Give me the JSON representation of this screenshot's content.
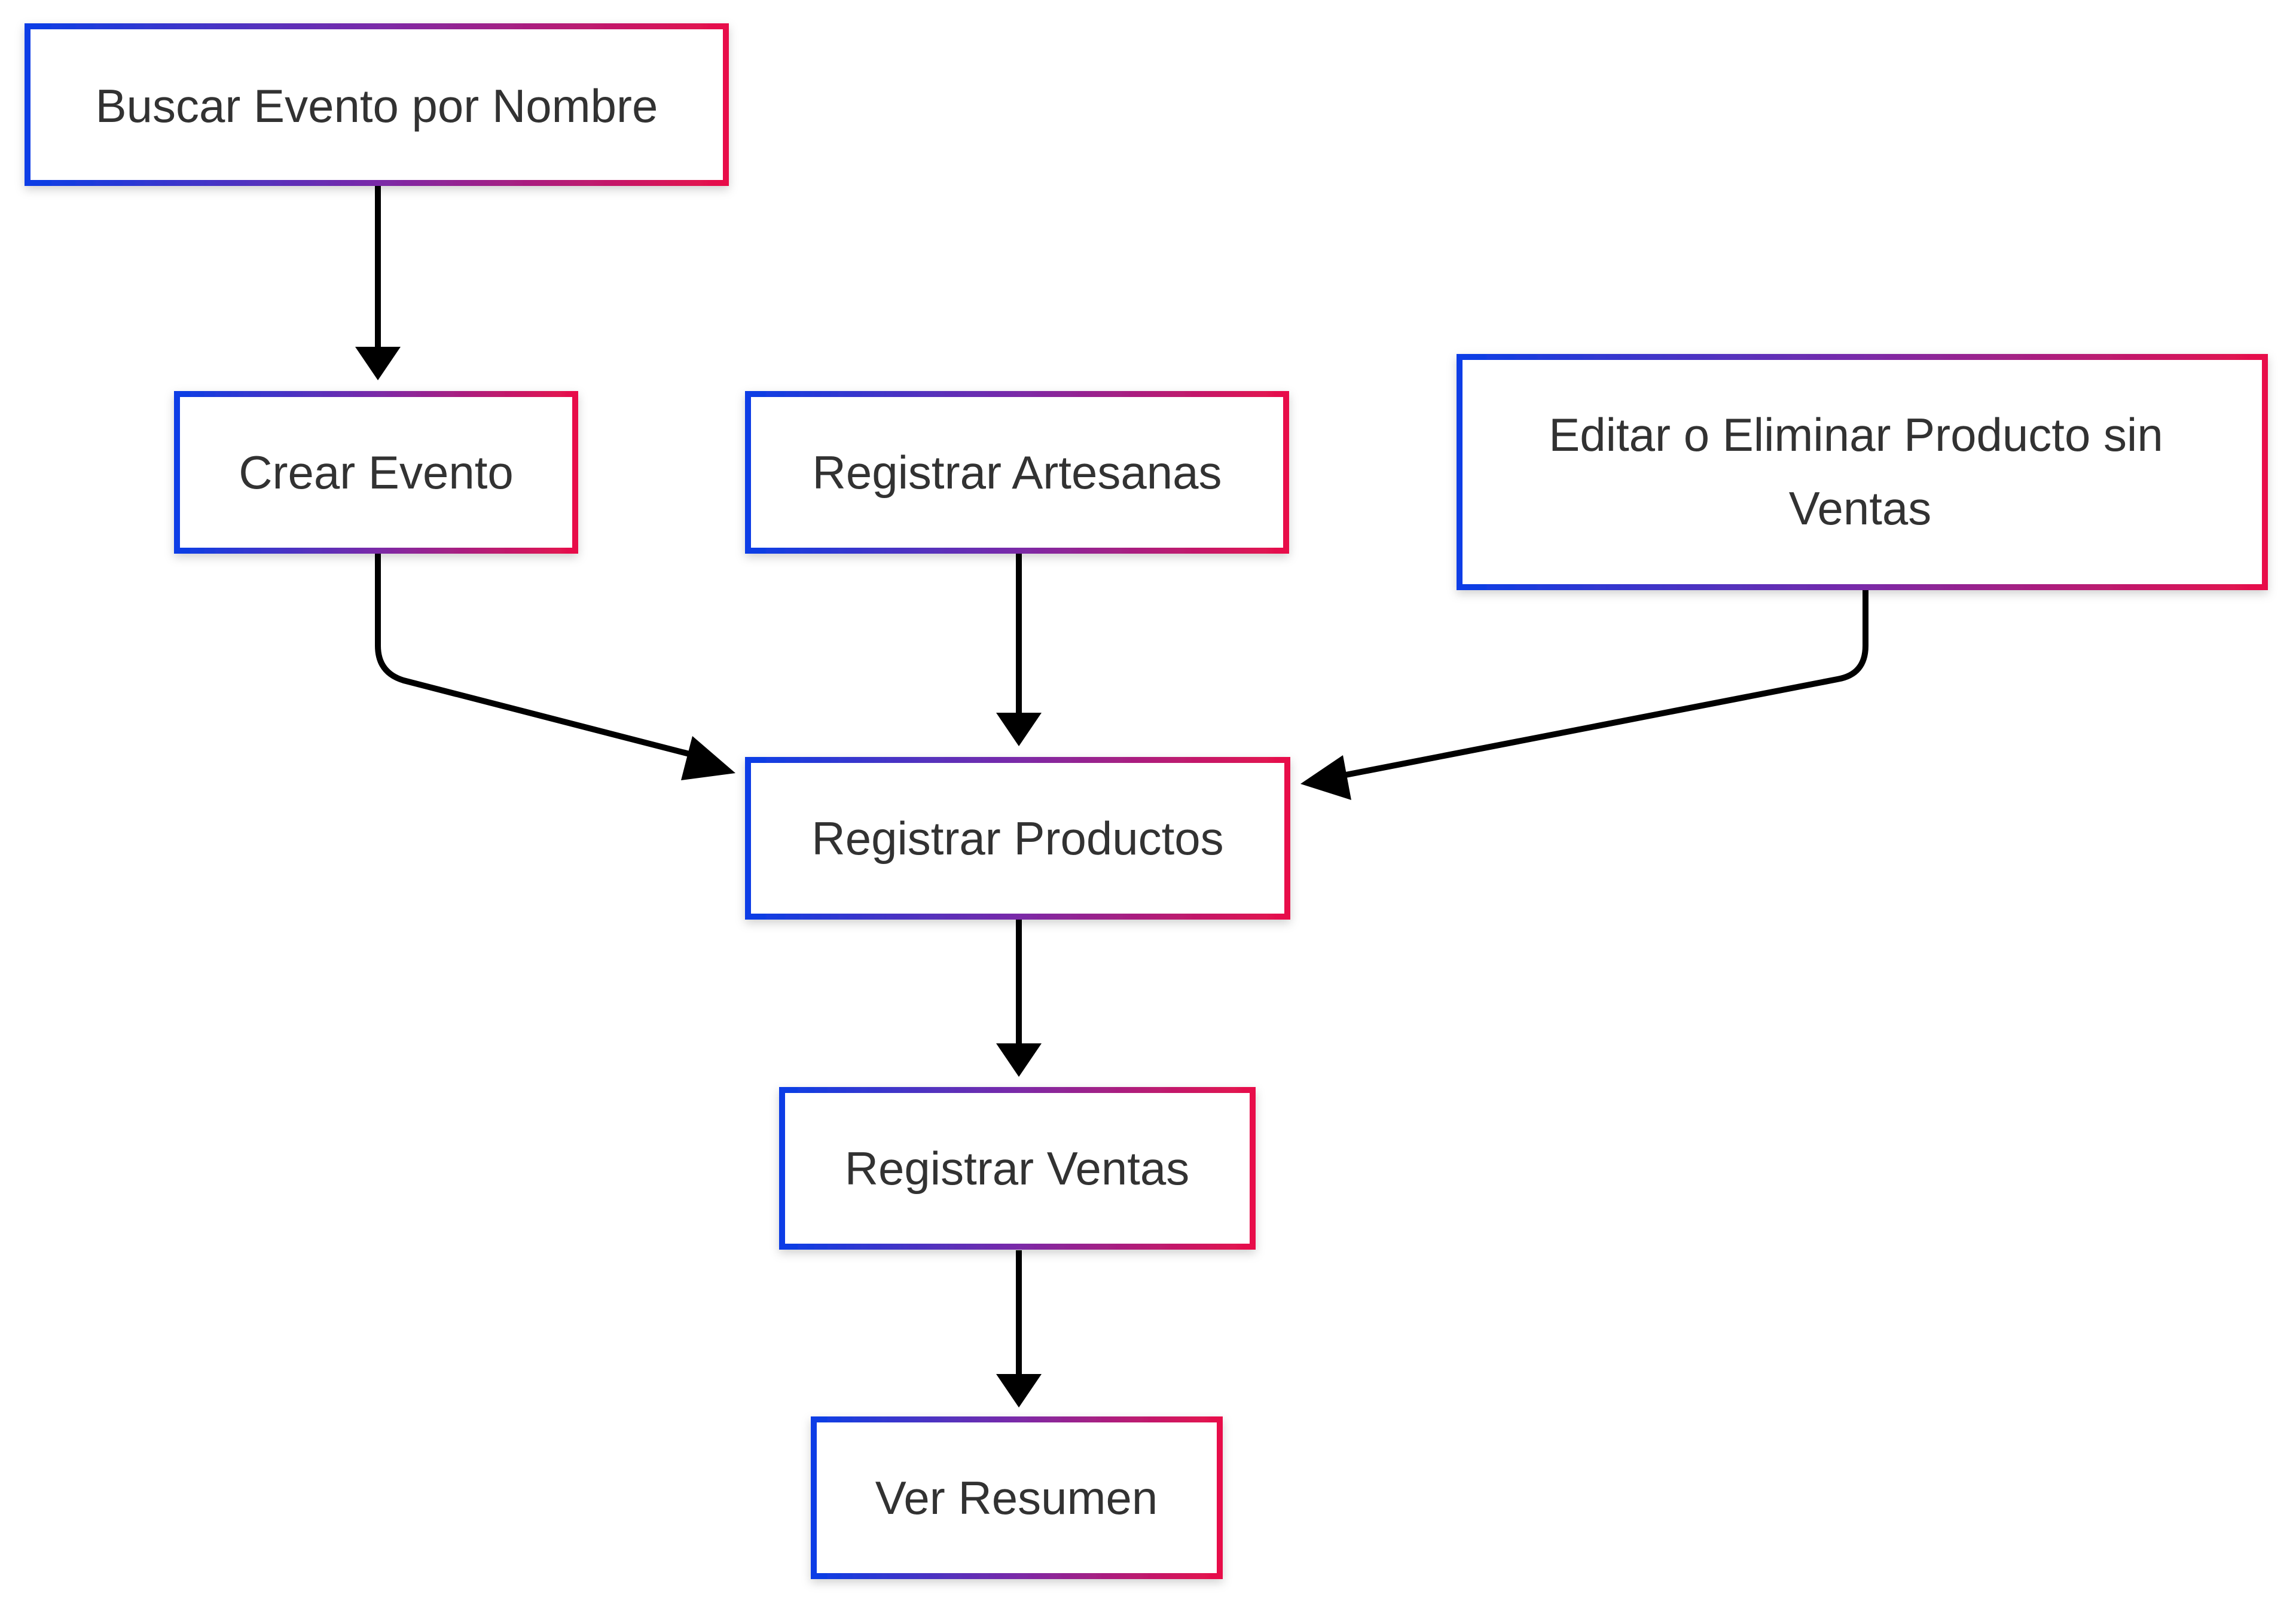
{
  "colors": {
    "border_gradient_start": "#0a3ee6",
    "border_gradient_mid": "#7a2aa8",
    "border_gradient_end": "#e8104a",
    "node_fill": "#ffffff",
    "text": "#333333",
    "edge": "#000000"
  },
  "nodes": [
    {
      "id": "buscar",
      "label": "Buscar Evento por Nombre"
    },
    {
      "id": "crear",
      "label": "Crear Evento"
    },
    {
      "id": "artesanas",
      "label": "Registrar Artesanas"
    },
    {
      "id": "editar",
      "label": "Editar o Eliminar Producto sin Ventas",
      "lines": [
        "Editar o Eliminar Producto sin",
        "Ventas"
      ]
    },
    {
      "id": "productos",
      "label": "Registrar Productos"
    },
    {
      "id": "ventas",
      "label": "Registrar Ventas"
    },
    {
      "id": "resumen",
      "label": "Ver Resumen"
    }
  ],
  "edges": [
    {
      "from": "buscar",
      "to": "crear"
    },
    {
      "from": "crear",
      "to": "productos"
    },
    {
      "from": "artesanas",
      "to": "productos"
    },
    {
      "from": "editar",
      "to": "productos"
    },
    {
      "from": "productos",
      "to": "ventas"
    },
    {
      "from": "ventas",
      "to": "resumen"
    }
  ]
}
